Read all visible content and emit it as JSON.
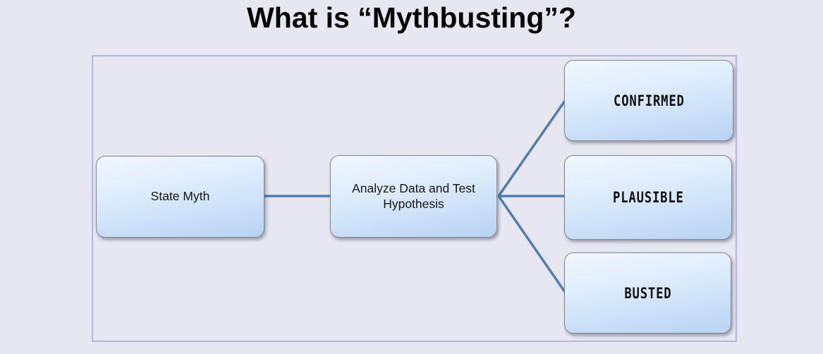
{
  "title": "What is “Mythbusting”?",
  "diagram": {
    "nodes": [
      {
        "id": "state-myth",
        "label": "State Myth"
      },
      {
        "id": "analyze",
        "label": "Analyze Data and Test Hypothesis"
      },
      {
        "id": "confirmed",
        "label": "CONFIRMED"
      },
      {
        "id": "plausible",
        "label": "PLAUSIBLE"
      },
      {
        "id": "busted",
        "label": "BUSTED"
      }
    ],
    "edges": [
      {
        "from": "state-myth",
        "to": "analyze"
      },
      {
        "from": "analyze",
        "to": "confirmed"
      },
      {
        "from": "analyze",
        "to": "plausible"
      },
      {
        "from": "analyze",
        "to": "busted"
      }
    ],
    "colors": {
      "background": "#e7e7f2",
      "frame_border": "#b7b7e0",
      "node_fill_top": "#f0f7fe",
      "node_fill_bottom": "#b8d3f3",
      "node_border": "#82888f",
      "connector": "#4d7eae",
      "title_text": "#060606",
      "node_text": "#161616"
    }
  }
}
